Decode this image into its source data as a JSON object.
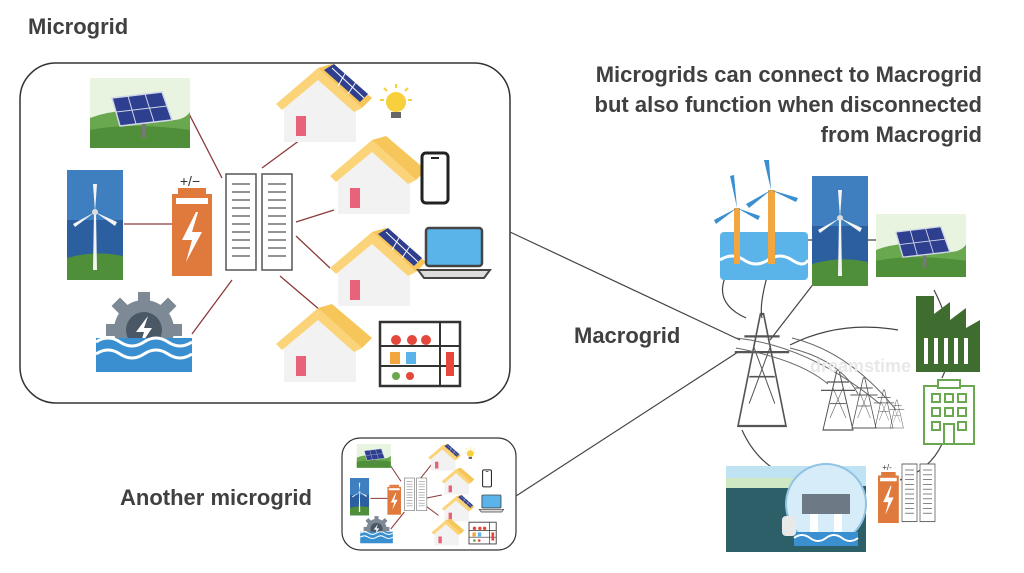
{
  "labels": {
    "microgrid_title": "Microgrid",
    "headline_lines": [
      "Microgrids can connect to Macrogrid",
      "but also function when disconnected",
      "from Macrogrid"
    ],
    "macrogrid": "Macrogrid",
    "another_microgrid": "Another microgrid",
    "battery_sign": "+/−",
    "battery_sign_small": "+/-",
    "watermark": "dreamstime"
  },
  "colors": {
    "text": "#404040",
    "battery": "#e07a3c",
    "roof": "#fbd47a",
    "solar": "#2f3f8f",
    "water": "#3a8fd0",
    "grass": "#6aa84f",
    "factory": "#3f6d2f",
    "line": "#8b3a3a"
  }
}
